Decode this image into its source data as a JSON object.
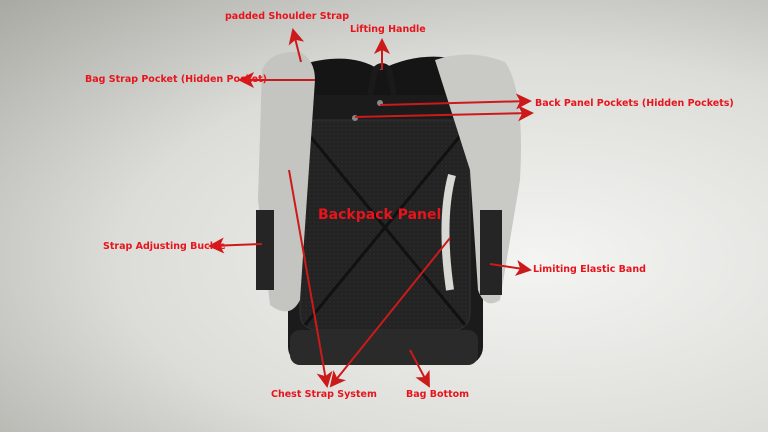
{
  "title": "Backpack Panel",
  "labels": {
    "shoulder_strap": "padded Shoulder Strap",
    "lifting_handle": "Lifting Handle",
    "strap_pocket": "Bag Strap Pocket (Hidden Pocket)",
    "back_panel_pockets": "Back Panel Pockets (Hidden Pockets)",
    "strap_buckle": "Strap Adjusting Buckle",
    "elastic_band": "Limiting Elastic Band",
    "chest_strap": "Chest Strap System",
    "bag_bottom": "Bag Bottom"
  },
  "colors": {
    "annotation": "#e8141c",
    "bag": "#1c1c1c",
    "strap": "#c9c9c5"
  }
}
